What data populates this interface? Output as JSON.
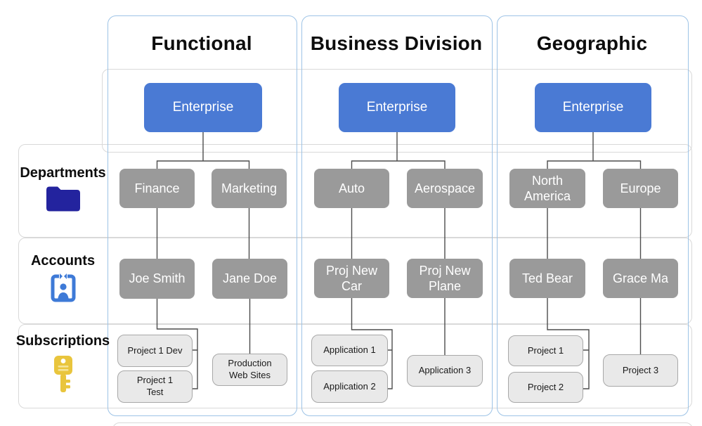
{
  "colors": {
    "enterprise_fill": "#4A7AD4",
    "node_fill": "#9A9A9A",
    "leaf_fill": "#E9E9E9",
    "leaf_border": "#A8A8A8",
    "column_border": "#9DC3E6",
    "band_border": "#D9D9D9",
    "connector": "#4D4D4D",
    "folder_icon_color": "#23239E",
    "account_icon_color": "#3E7AD7",
    "key_icon_color": "#E9C53D"
  },
  "rows": [
    {
      "label": "Departments",
      "icon": "folder-icon"
    },
    {
      "label": "Accounts",
      "icon": "account-icon"
    },
    {
      "label": "Subscriptions",
      "icon": "key-icon"
    }
  ],
  "columns": [
    {
      "title": "Functional",
      "root": "Enterprise",
      "departments": [
        "Finance",
        "Marketing"
      ],
      "accounts": [
        "Joe Smith",
        "Jane Doe"
      ],
      "subscriptions": [
        "Project 1 Dev",
        "Project 1\nTest",
        "Production\nWeb Sites"
      ]
    },
    {
      "title": "Business Division",
      "root": "Enterprise",
      "departments": [
        "Auto",
        "Aerospace"
      ],
      "accounts": [
        "Proj New\nCar",
        "Proj New\nPlane"
      ],
      "subscriptions": [
        "Application 1",
        "Application 2",
        "Application 3"
      ]
    },
    {
      "title": "Geographic",
      "root": "Enterprise",
      "departments": [
        "North\nAmerica",
        "Europe"
      ],
      "accounts": [
        "Ted Bear",
        "Grace Ma"
      ],
      "subscriptions": [
        "Project 1",
        "Project 2",
        "Project 3"
      ]
    }
  ]
}
